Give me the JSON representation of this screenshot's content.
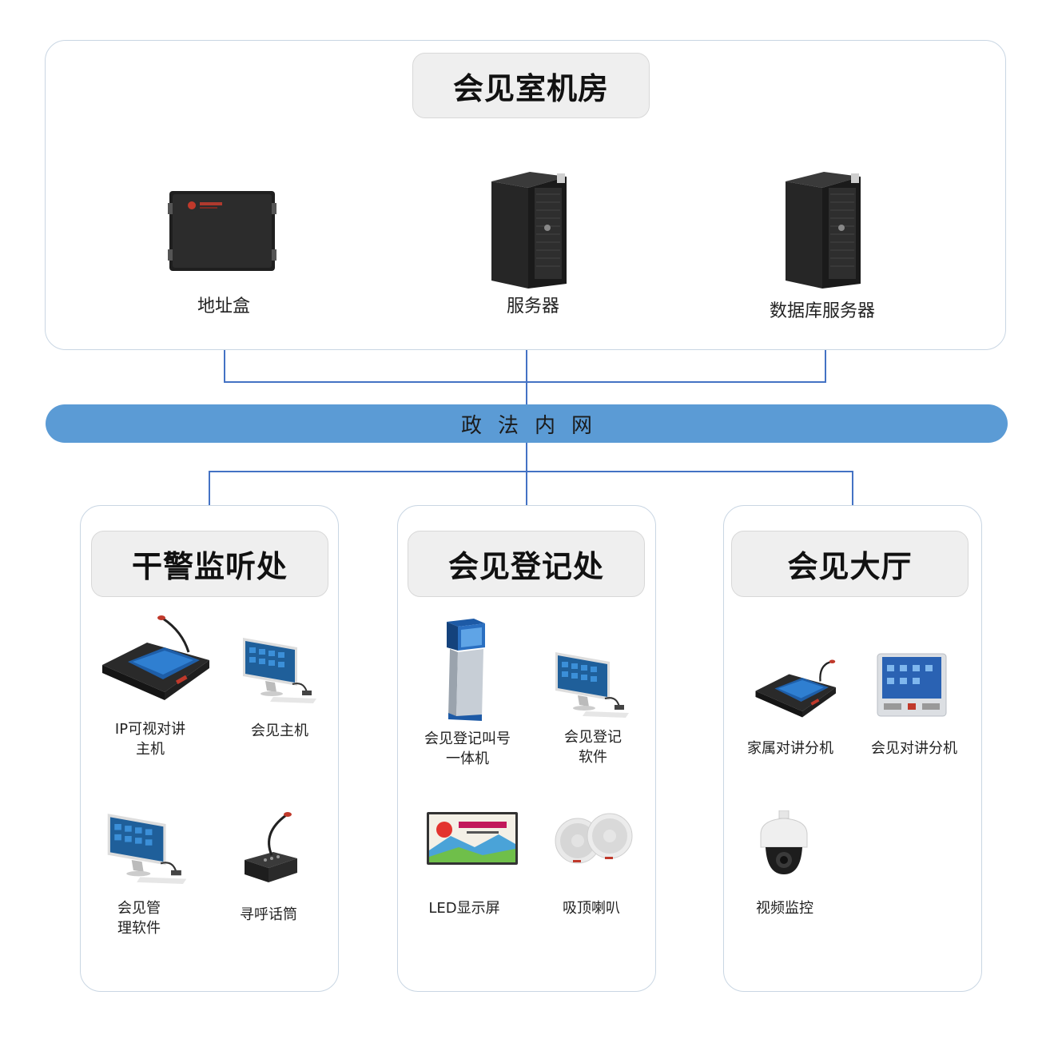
{
  "top_section": {
    "title": "会见室机房",
    "devices": [
      {
        "label": "地址盒",
        "icon": "address-box-icon"
      },
      {
        "label": "服务器",
        "icon": "server-tower-icon"
      },
      {
        "label": "数据库服务器",
        "icon": "server-tower-icon"
      }
    ]
  },
  "network": {
    "label": "政法内网",
    "color": "#5b9bd5"
  },
  "sections": [
    {
      "title": "干警监听处",
      "devices": [
        {
          "label": "IP可视对讲\n主机",
          "icon": "intercom-console-icon"
        },
        {
          "label": "会见主机",
          "icon": "desktop-computer-icon"
        },
        {
          "label": "会见管\n理软件",
          "icon": "desktop-computer-icon"
        },
        {
          "label": "寻呼话筒",
          "icon": "paging-microphone-icon"
        }
      ]
    },
    {
      "title": "会见登记处",
      "devices": [
        {
          "label": "会见登记叫号\n一体机",
          "icon": "kiosk-icon"
        },
        {
          "label": "会见登记\n软件",
          "icon": "desktop-computer-icon"
        },
        {
          "label": "LED显示屏",
          "icon": "led-display-icon"
        },
        {
          "label": "吸顶喇叭",
          "icon": "ceiling-speaker-icon"
        }
      ]
    },
    {
      "title": "会见大厅",
      "devices": [
        {
          "label": "家属对讲分机",
          "icon": "intercom-console-icon"
        },
        {
          "label": "会见对讲分机",
          "icon": "intercom-panel-icon"
        },
        {
          "label": "视频监控",
          "icon": "dome-camera-icon"
        }
      ]
    }
  ],
  "colors": {
    "line": "#4472c4",
    "panel_border": "#c9d6e3",
    "title_bg": "#efefef"
  }
}
